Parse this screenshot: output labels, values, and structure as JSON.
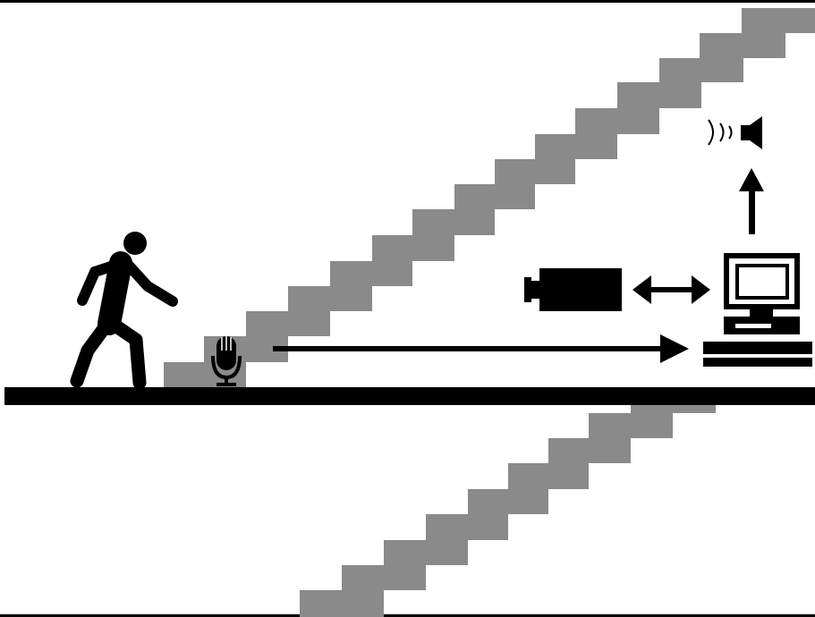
{
  "diagram": {
    "elements": [
      {
        "id": "person",
        "icon": "walking-person-icon"
      },
      {
        "id": "microphone",
        "icon": "microphone-icon"
      },
      {
        "id": "camera",
        "icon": "video-camera-icon"
      },
      {
        "id": "computer",
        "icon": "desktop-computer-icon"
      },
      {
        "id": "speaker",
        "icon": "speaker-icon"
      }
    ],
    "connections": [
      {
        "from": "microphone",
        "to": "computer",
        "style": "one-way"
      },
      {
        "from": "camera",
        "to": "computer",
        "style": "two-way"
      },
      {
        "from": "computer",
        "to": "speaker",
        "style": "one-way"
      }
    ],
    "colors": {
      "stairs": "#8a8a8a",
      "ink": "#000000",
      "background": "#ffffff"
    }
  }
}
